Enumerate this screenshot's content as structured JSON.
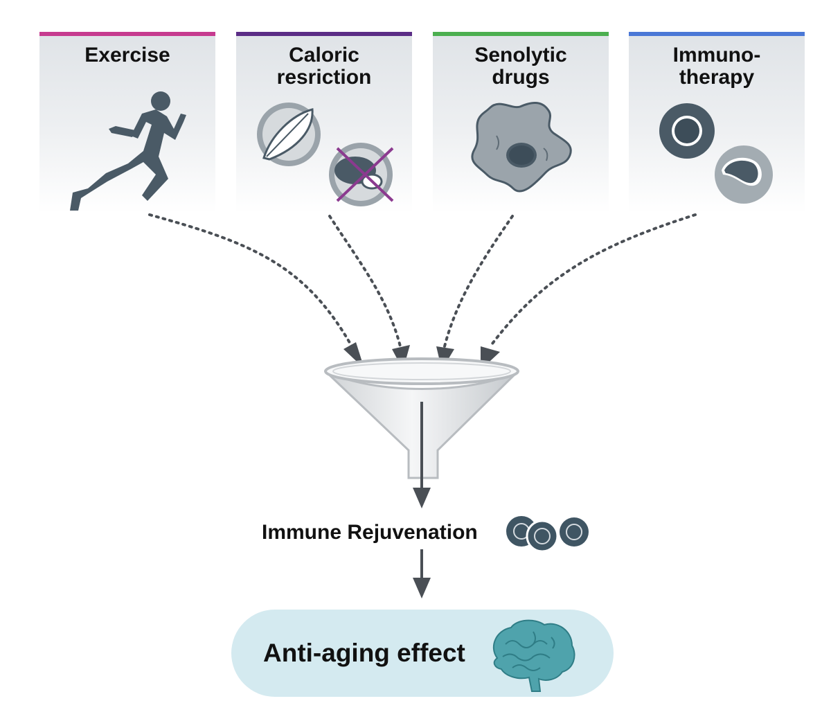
{
  "inputs": [
    {
      "title_lines": [
        "Exercise"
      ],
      "bar_color": "#c63b8f",
      "icon": "running-person-icon"
    },
    {
      "title_lines": [
        "Caloric",
        "resriction"
      ],
      "bar_color": "#5b2d86",
      "icon": "diet-plates-icon"
    },
    {
      "title_lines": [
        "Senolytic",
        "drugs"
      ],
      "bar_color": "#4caf50",
      "icon": "senescent-cell-icon"
    },
    {
      "title_lines": [
        "Immuno-",
        "therapy"
      ],
      "bar_color": "#4a78d6",
      "icon": "immune-cells-icon"
    }
  ],
  "middle": {
    "label": "Immune Rejuvenation",
    "icon": "immune-cell-cluster-icon"
  },
  "outcome": {
    "label": "Anti-aging effect",
    "icon": "brain-icon",
    "bg_color": "#d4eaf0"
  },
  "colors": {
    "arrow": "#4a4f55",
    "cell_dark": "#3f5563",
    "cell_gray": "#8c969d",
    "cross": "#8b3a8f"
  }
}
